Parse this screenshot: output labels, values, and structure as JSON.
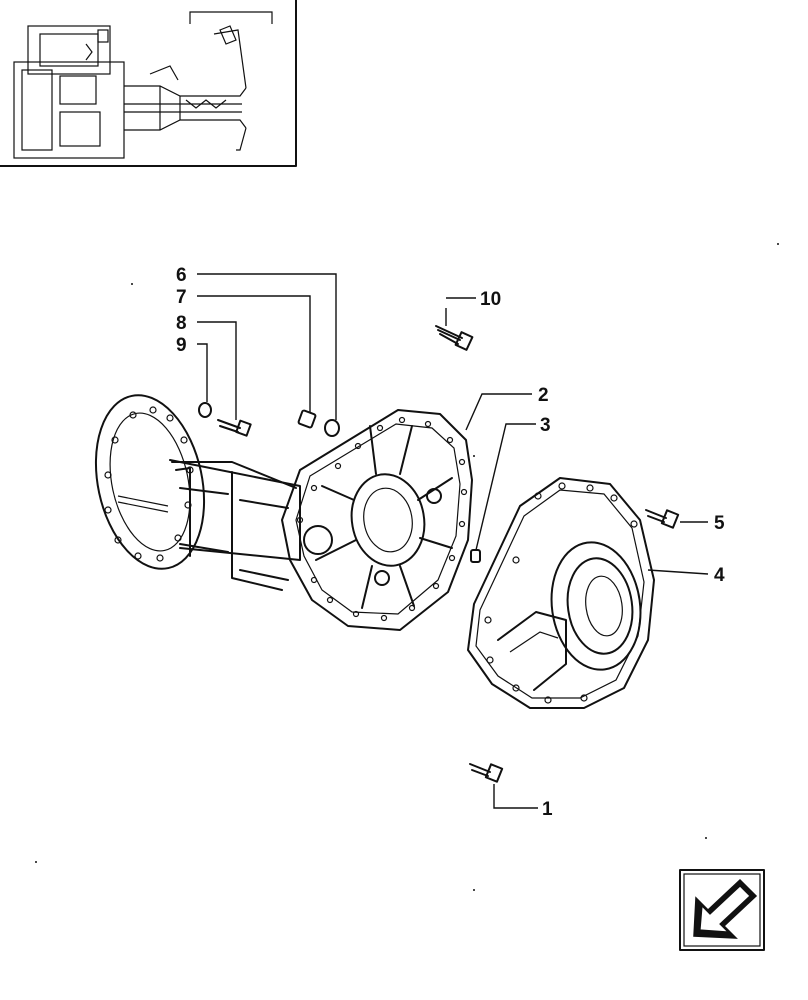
{
  "callouts": [
    {
      "id": "1",
      "label": "1"
    },
    {
      "id": "2",
      "label": "2"
    },
    {
      "id": "3",
      "label": "3"
    },
    {
      "id": "4",
      "label": "4"
    },
    {
      "id": "5",
      "label": "5"
    },
    {
      "id": "6",
      "label": "6"
    },
    {
      "id": "7",
      "label": "7"
    },
    {
      "id": "8",
      "label": "8"
    },
    {
      "id": "9",
      "label": "9"
    },
    {
      "id": "10",
      "label": "10"
    }
  ],
  "icons": {
    "nav": "bottom-left-arrow-icon",
    "locator": "tractor-axle-locator-thumbnail"
  }
}
